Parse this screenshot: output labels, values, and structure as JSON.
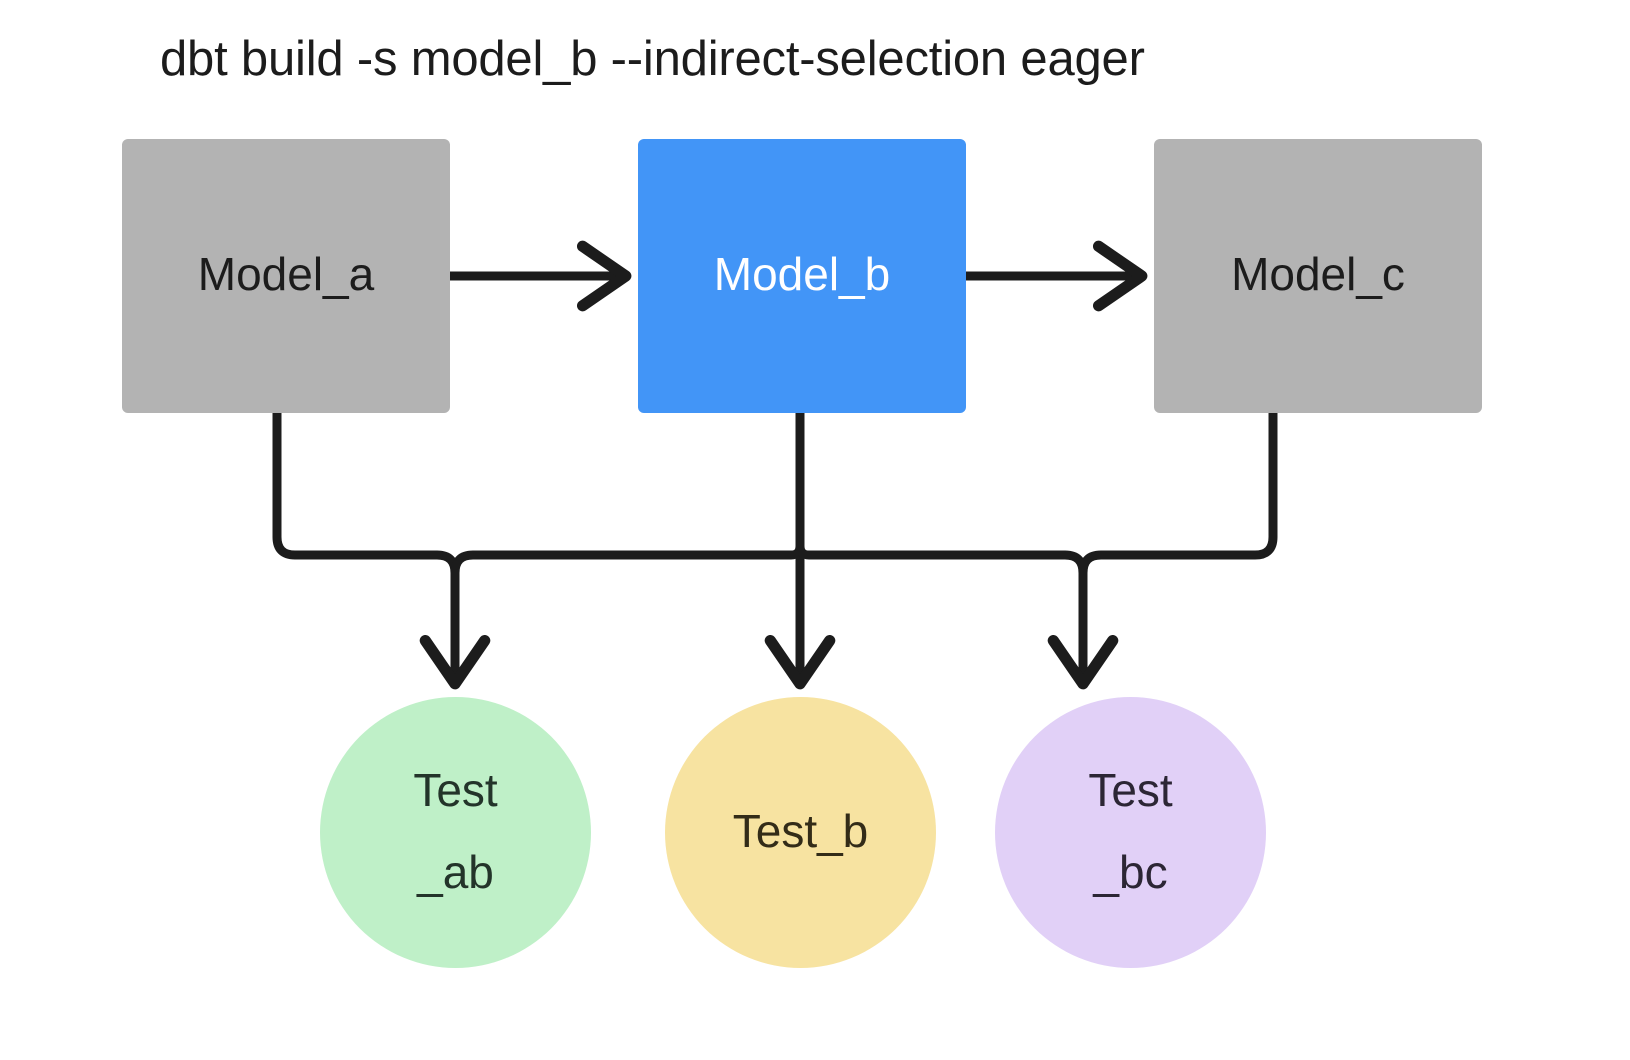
{
  "diagram": {
    "title": "dbt build -s model_b --indirect-selection eager",
    "type": "dag",
    "colors": {
      "background": "#ffffff",
      "unselected_model": "#b3b3b3",
      "selected_model": "#4295f7",
      "edge": "#1c1c1c",
      "test_ab": "#bff0c8",
      "test_b": "#f7e3a1",
      "test_bc": "#e1d0f7",
      "dark_text": "#1c1c1c",
      "light_text": "#ffffff"
    },
    "models": [
      {
        "id": "model_a",
        "label": "Model_a",
        "selected": false
      },
      {
        "id": "model_b",
        "label": "Model_b",
        "selected": true
      },
      {
        "id": "model_c",
        "label": "Model_c",
        "selected": false
      }
    ],
    "tests": [
      {
        "id": "test_ab",
        "label": "Test\n_ab"
      },
      {
        "id": "test_b",
        "label": "Test_b"
      },
      {
        "id": "test_bc",
        "label": "Test\n_bc"
      }
    ],
    "edges": [
      {
        "from": "model_a",
        "to": "model_b"
      },
      {
        "from": "model_b",
        "to": "model_c"
      },
      {
        "from": "model_a",
        "to": "test_ab"
      },
      {
        "from": "model_b",
        "to": "test_ab"
      },
      {
        "from": "model_b",
        "to": "test_b"
      },
      {
        "from": "model_b",
        "to": "test_bc"
      },
      {
        "from": "model_c",
        "to": "test_bc"
      }
    ]
  }
}
